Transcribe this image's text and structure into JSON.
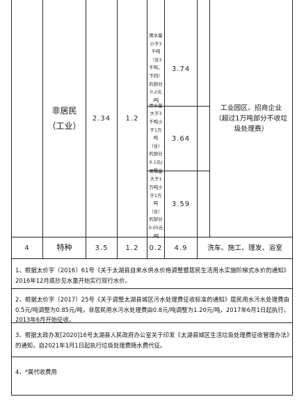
{
  "rows": {
    "non_resident": {
      "category": "非居民（工业）",
      "base_price": "2.34",
      "sewage_fee": "1.2",
      "tiers": [
        {
          "desc": "用水量\n小于3\n千吨\n（含3\n千吨，\n下同）\n的部分\n0.2元\n/吨",
          "price": "3.74"
        },
        {
          "desc": "用水量\n大于3\n千吨小\n于1万\n吨（含）\n的部分\n0.1元/\n吨",
          "price": "3.64"
        },
        {
          "desc": "用水量\n大于1\n万吨小\n于1万\n吨（含）\n的部分\n0.05元\n/吨",
          "price": "3.59"
        }
      ],
      "remark": "工业园区、招商企业（超过1万吨部分不收垃圾处理费）"
    },
    "special": {
      "index": "4",
      "category": "特种",
      "base_price": "3.5",
      "sewage_fee": "1.2",
      "garbage_fee": "0.2",
      "total": "4.9",
      "remark": "洗车、施工、理发、浴室"
    }
  },
  "notes": [
    "1、根据太价字〔2016〕61号《关于太湖县自来水供水价格调整暨居民生活用水实施阶梯式水价的通知》2016年12月底抄见水量开始实行现行水价。",
    "2、根据太价字〔2017〕25号《关于调整太湖县城区污水处理费征收标准的通知》居民用水污水处理费由0.5元/吨调整为0.85元/吨，非居民用水污水处理费由0.8元/吨调整为1.20元/吨，2017年6月1日起执行。2013年6月开始征收。",
    "3、根据太政办发[2020]16号太湖县人民政府办公室关于印发《太湖县城区生活垃圾处理费征收管理办法》的通知，自2021年1月1日起执行垃圾处理费随水费代征。",
    "4、*属代收费用"
  ]
}
